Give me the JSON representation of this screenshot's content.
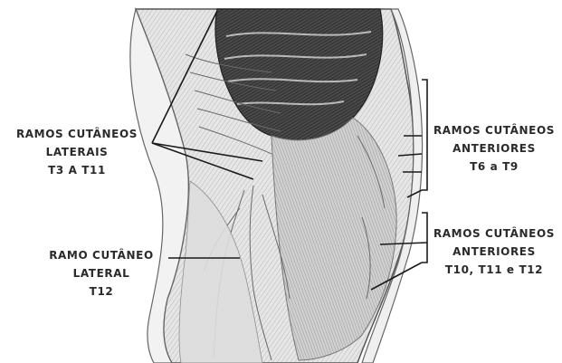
{
  "labels": {
    "lateral_branches": {
      "line1": "RAMOS CUTÂNEOS",
      "line2": "LATERAIS",
      "line3": "T3 A T11"
    },
    "lateral_t12": {
      "line1": "RAMO CUTÂNEO",
      "line2": "LATERAL",
      "line3": "T12"
    },
    "anterior_upper": {
      "line1": "RAMOS CUTÂNEOS",
      "line2": "ANTERIORES",
      "line3": "T6 a T9"
    },
    "anterior_lower": {
      "line1": "RAMOS CUTÂNEOS",
      "line2": "ANTERIORES",
      "line3": "T10, T11 e T12"
    }
  },
  "colors": {
    "background": "#ffffff",
    "label_text": "#2a2a2a",
    "leader_line": "#1a1a1a",
    "skin_tone": "#dcdcdc",
    "muscle_tone": "#8a8a8a",
    "shadow_tone": "#2e2e2e"
  }
}
